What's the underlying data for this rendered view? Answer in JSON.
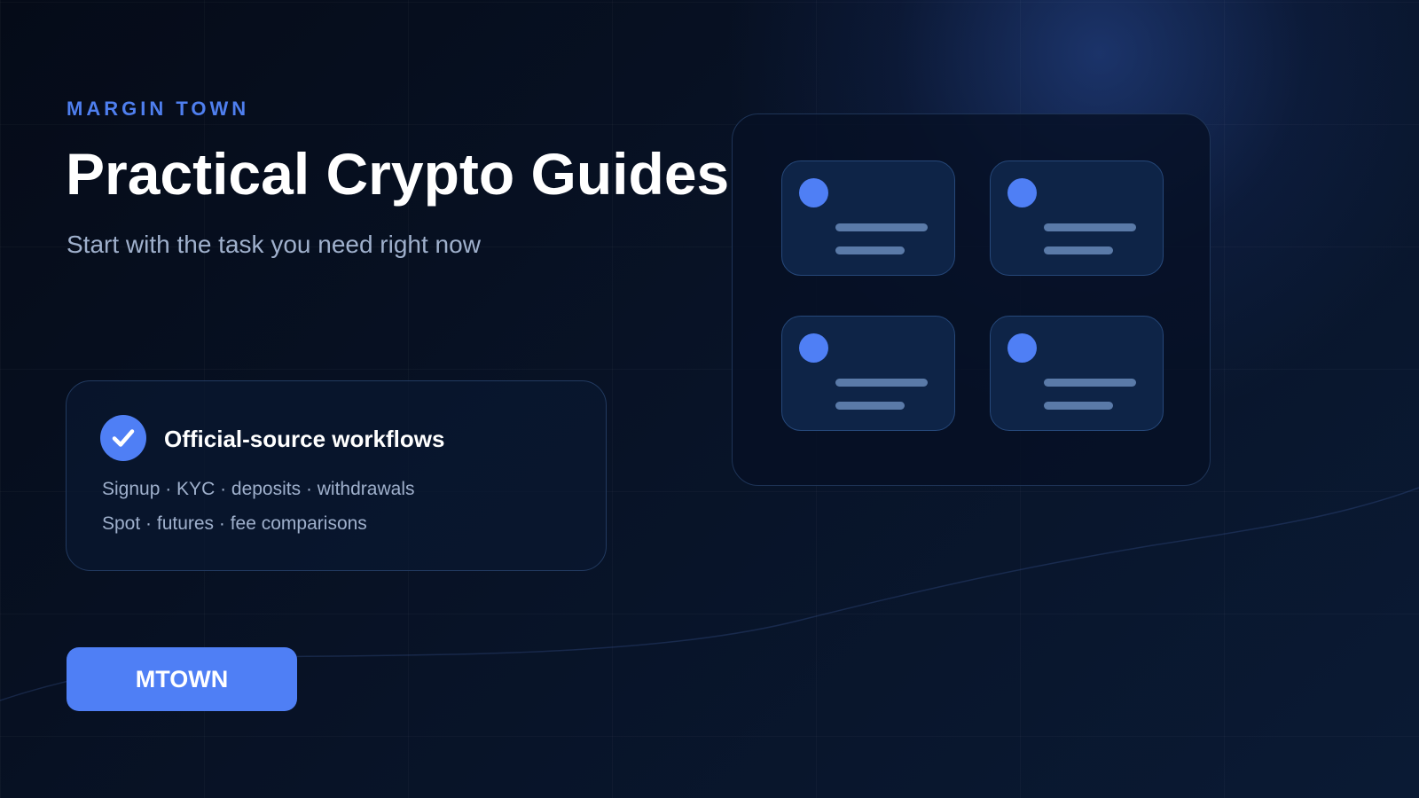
{
  "brand": {
    "eyebrow": "MARGIN TOWN"
  },
  "hero": {
    "title": "Practical Crypto Guides",
    "subtitle": "Start with the task you need right now"
  },
  "feature": {
    "icon": "check-circle-icon",
    "title": "Official-source workflows",
    "lines": [
      "Signup · KYC · deposits · withdrawals",
      "Spot · futures · fee comparisons"
    ]
  },
  "cta": {
    "label": "MTOWN"
  },
  "colors": {
    "accent": "#4f7ff5",
    "background": "#071124",
    "text_primary": "#ffffff",
    "text_secondary": "#9fb0cc"
  }
}
